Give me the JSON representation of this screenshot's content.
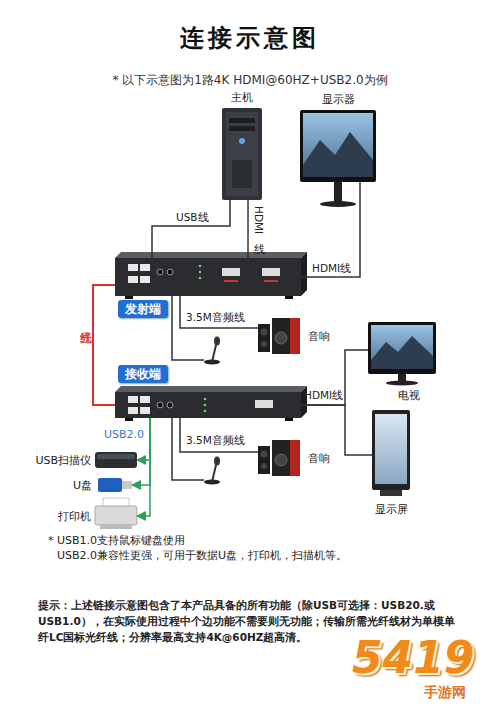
{
  "diagram": {
    "title": "连接示意图",
    "nodes": [
      {
        "text": [
          "主机"
        ]
      },
      {
        "text": [
          "显示器"
        ]
      },
      {
        "text": [
          "发射端"
        ]
      },
      {
        "text": [
          "音响"
        ]
      },
      {
        "text": [
          "接收端"
        ]
      },
      {
        "text": [
          "电视"
        ]
      },
      {
        "text": [
          "显示屏"
        ]
      },
      {
        "text": [
          "音响"
        ]
      },
      {
        "text": [
          "USB扫描仪"
        ]
      },
      {
        "text": [
          "U盘"
        ]
      },
      {
        "text": [
          "打印机"
        ]
      }
    ],
    "edges": [
      {
        "from": 0,
        "to": 2,
        "label": "USB线",
        "arrow": "none"
      },
      {
        "from": 0,
        "to": 2,
        "label": "HDMI线",
        "arrow": "none"
      },
      {
        "from": 2,
        "to": 1,
        "label": "HDMI线",
        "arrow": "none"
      },
      {
        "from": 2,
        "to": 4,
        "label": "光纤线",
        "arrow": "none"
      },
      {
        "from": 2,
        "to": 3,
        "label": "3.5M音频线",
        "arrow": "none"
      },
      {
        "from": 4,
        "to": 5,
        "label": "HDMI线",
        "arrow": "none"
      },
      {
        "from": 4,
        "to": 6,
        "arrow": "none"
      },
      {
        "from": 4,
        "to": 7,
        "label": "3.5M音频线",
        "arrow": "none"
      },
      {
        "from": 4,
        "to": 8,
        "label": "USB2.0",
        "arrow": "to"
      },
      {
        "from": 4,
        "to": 9,
        "arrow": "to"
      },
      {
        "from": 4,
        "to": 10,
        "arrow": "to"
      }
    ],
    "labels": [
      "* 以下示意图为1路4K HDMI@60HZ+USB2.0为例",
      "* USB1.0支持鼠标键盘使用",
      "USB2.0兼容性更强，可用于数据U盘，打印机，扫描机等。",
      "提示：上述链接示意图包含了本产品具备的所有功能（除USB可选择：USB20.或USB1.0），在实际使用过程中个边功能不需要则无功能；传输所需光纤线材为单模单纤LC国标光纤线；分辨率最高支持4K@60HZ超高清。",
      "5419",
      "手游网"
    ]
  }
}
